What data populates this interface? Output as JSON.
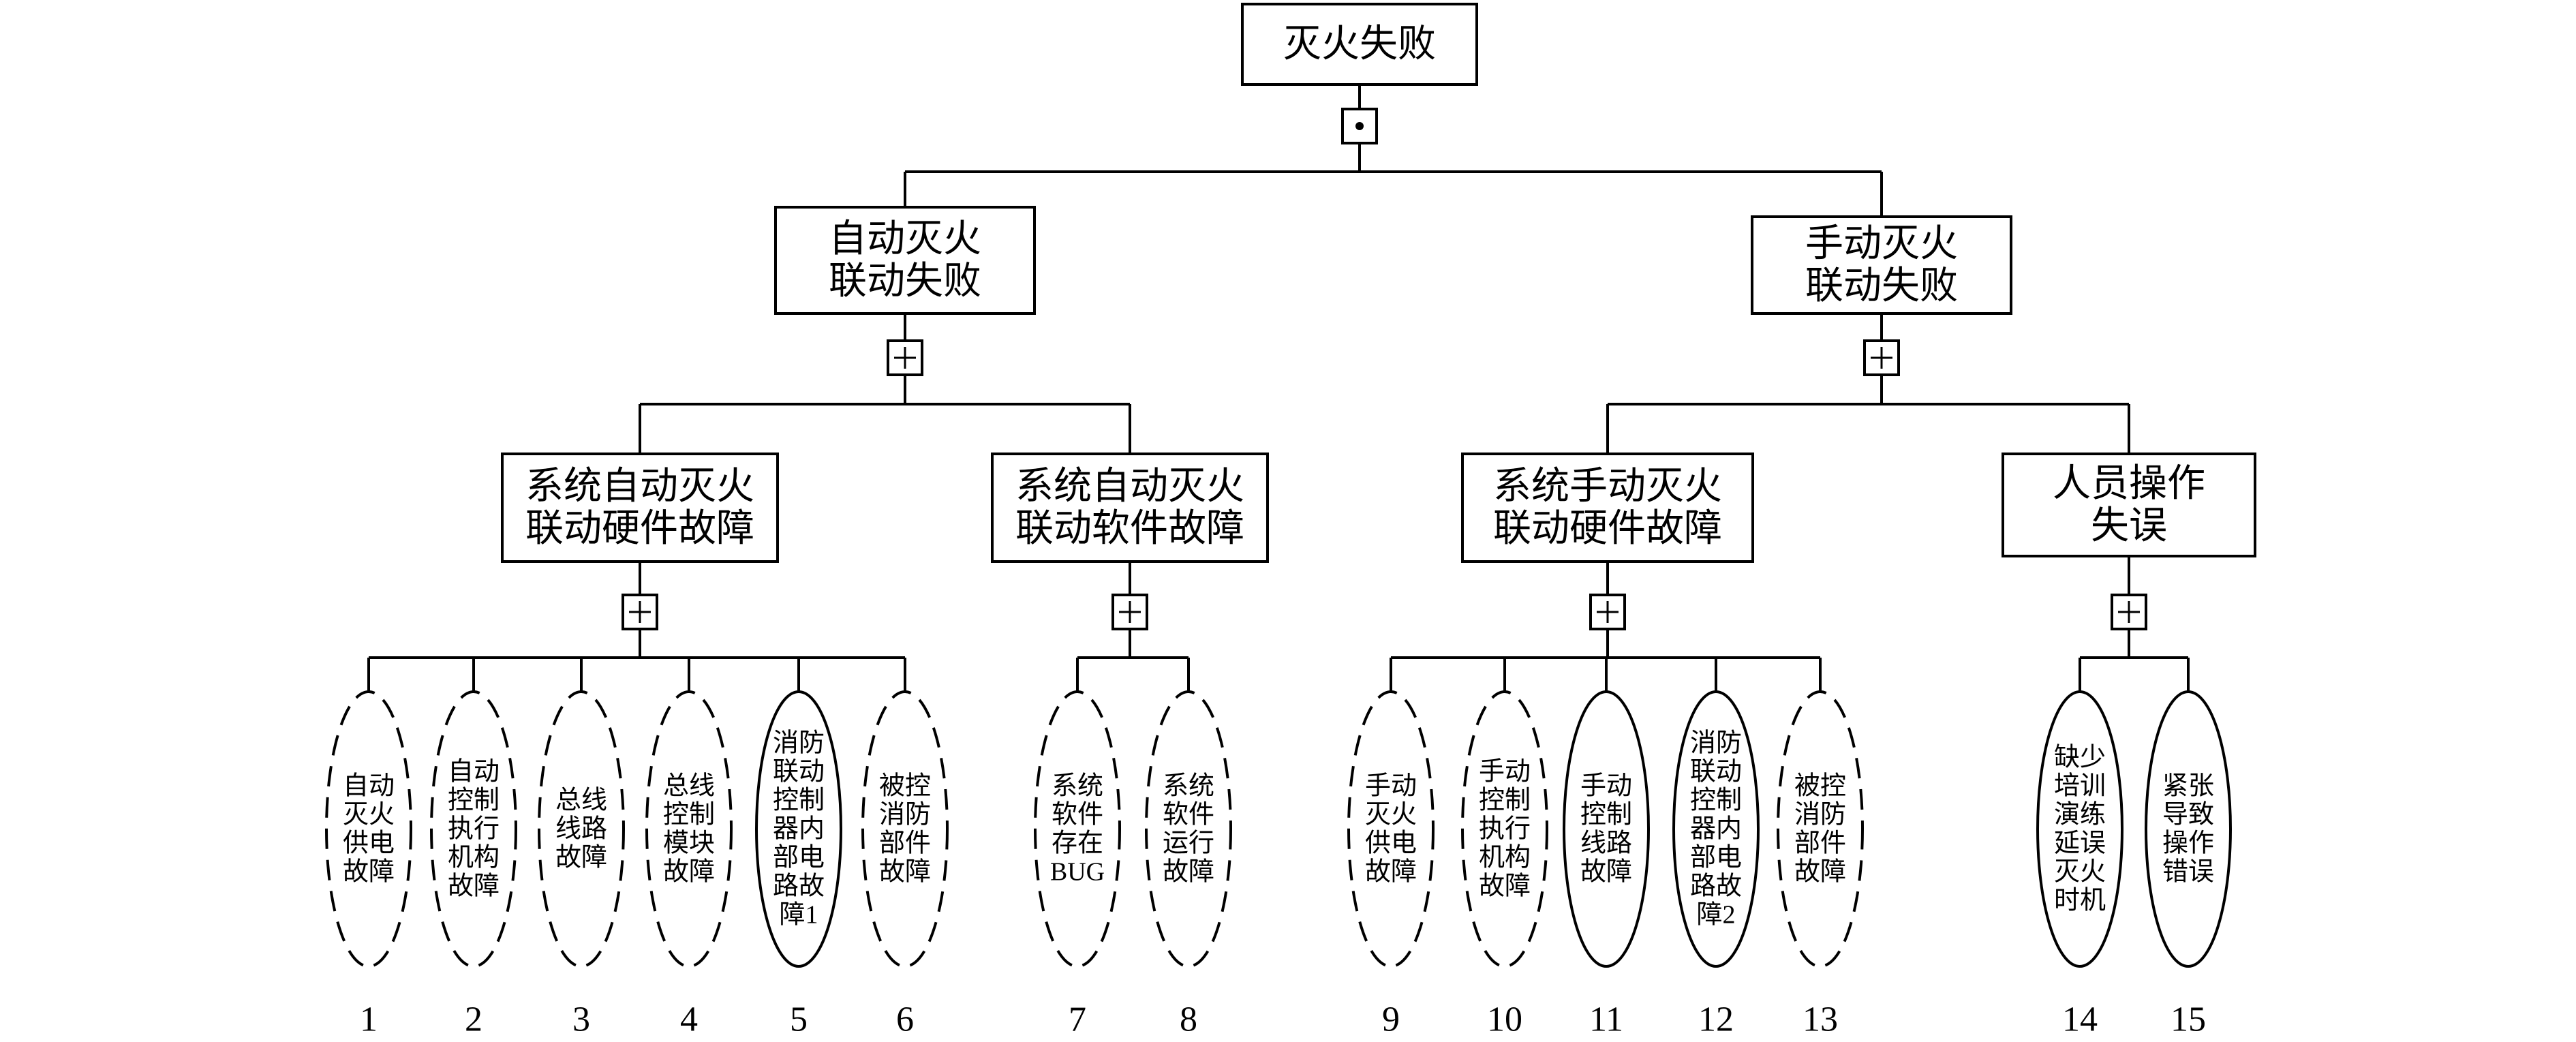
{
  "top_event": {
    "lines": [
      "灭火失败"
    ],
    "gate": "and"
  },
  "level2": [
    {
      "id": "auto",
      "lines": [
        "自动灭火",
        "联动失败"
      ],
      "gate": "or"
    },
    {
      "id": "manual",
      "lines": [
        "手动灭火",
        "联动失败"
      ],
      "gate": "or"
    }
  ],
  "level3": [
    {
      "id": "auto-hw",
      "parent": "auto",
      "lines": [
        "系统自动灭火",
        "联动硬件故障"
      ],
      "gate": "or"
    },
    {
      "id": "auto-sw",
      "parent": "auto",
      "lines": [
        "系统自动灭火",
        "联动软件故障"
      ],
      "gate": "or"
    },
    {
      "id": "manual-hw",
      "parent": "manual",
      "lines": [
        "系统手动灭火",
        "联动硬件故障"
      ],
      "gate": "or"
    },
    {
      "id": "human",
      "parent": "manual",
      "lines": [
        "人员操作",
        "失误"
      ],
      "gate": "or"
    }
  ],
  "basic_events": [
    {
      "number": "1",
      "parent": "auto-hw",
      "lines": [
        "自动",
        "灭火",
        "供电",
        "故障"
      ],
      "style": "dashed"
    },
    {
      "number": "2",
      "parent": "auto-hw",
      "lines": [
        "自动",
        "控制",
        "执行",
        "机构",
        "故障"
      ],
      "style": "dashed"
    },
    {
      "number": "3",
      "parent": "auto-hw",
      "lines": [
        "总线",
        "线路",
        "故障"
      ],
      "style": "dashed"
    },
    {
      "number": "4",
      "parent": "auto-hw",
      "lines": [
        "总线",
        "控制",
        "模块",
        "故障"
      ],
      "style": "dashed"
    },
    {
      "number": "5",
      "parent": "auto-hw",
      "lines": [
        "消防",
        "联动",
        "控制",
        "器内",
        "部电",
        "路故",
        "障1"
      ],
      "style": "solid"
    },
    {
      "number": "6",
      "parent": "auto-hw",
      "lines": [
        "被控",
        "消防",
        "部件",
        "故障"
      ],
      "style": "dashed"
    },
    {
      "number": "7",
      "parent": "auto-sw",
      "lines": [
        "系统",
        "软件",
        "存在",
        "BUG"
      ],
      "style": "dashed"
    },
    {
      "number": "8",
      "parent": "auto-sw",
      "lines": [
        "系统",
        "软件",
        "运行",
        "故障"
      ],
      "style": "dashed"
    },
    {
      "number": "9",
      "parent": "manual-hw",
      "lines": [
        "手动",
        "灭火",
        "供电",
        "故障"
      ],
      "style": "dashed"
    },
    {
      "number": "10",
      "parent": "manual-hw",
      "lines": [
        "手动",
        "控制",
        "执行",
        "机构",
        "故障"
      ],
      "style": "dashed"
    },
    {
      "number": "11",
      "parent": "manual-hw",
      "lines": [
        "手动",
        "控制",
        "线路",
        "故障"
      ],
      "style": "solid"
    },
    {
      "number": "12",
      "parent": "manual-hw",
      "lines": [
        "消防",
        "联动",
        "控制",
        "器内",
        "部电",
        "路故",
        "障2"
      ],
      "style": "solid"
    },
    {
      "number": "13",
      "parent": "manual-hw",
      "lines": [
        "被控",
        "消防",
        "部件",
        "故障"
      ],
      "style": "dashed"
    },
    {
      "number": "14",
      "parent": "human",
      "lines": [
        "缺少",
        "培训",
        "演练",
        "延误",
        "灭火",
        "时机"
      ],
      "style": "solid"
    },
    {
      "number": "15",
      "parent": "human",
      "lines": [
        "紧张",
        "导致",
        "操作",
        "错误"
      ],
      "style": "solid"
    }
  ]
}
